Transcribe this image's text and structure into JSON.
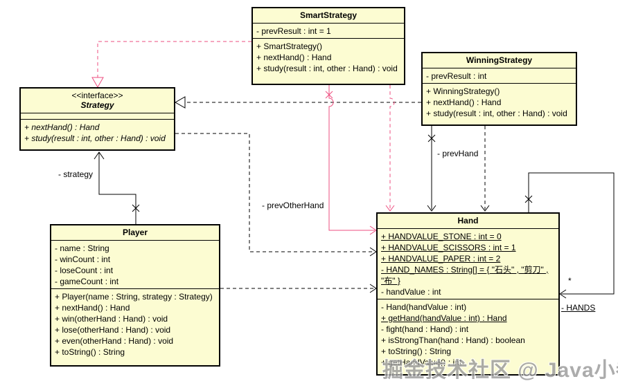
{
  "colors": {
    "box_fill": "#FCFCD2",
    "line_black": "#000000",
    "accent_pink": "#EE4D7F"
  },
  "classes": {
    "smart_strategy": {
      "title": "SmartStrategy",
      "attributes": [
        "- prevResult : int = 1"
      ],
      "methods": [
        "+ SmartStrategy()",
        "+ nextHand() : Hand",
        "+ study(result : int, other : Hand) : void"
      ]
    },
    "winning_strategy": {
      "title": "WinningStrategy",
      "attributes": [
        "- prevResult : int"
      ],
      "methods": [
        "+ WinningStrategy()",
        "+ nextHand() : Hand",
        "+ study(result : int, other : Hand) : void"
      ]
    },
    "strategy": {
      "stereotype": "<<interface>>",
      "title": "Strategy",
      "attributes": [],
      "methods": [
        "+ nextHand() : Hand",
        "+ study(result : int, other : Hand) : void"
      ]
    },
    "player": {
      "title": "Player",
      "attributes": [
        "- name : String",
        "- winCount : int",
        "- loseCount : int",
        "- gameCount : int"
      ],
      "methods": [
        "+ Player(name : String, strategy : Strategy)",
        "+ nextHand() : Hand",
        "+ win(otherHand : Hand) : void",
        "+ lose(otherHand : Hand) : void",
        "+ even(otherHand : Hand) : void",
        "+ toString() : String"
      ]
    },
    "hand": {
      "title": "Hand",
      "attributes": [
        "+ HANDVALUE_STONE : int = 0",
        "+ HANDVALUE_SCISSORS : int = 1",
        "+ HANDVALUE_PAPER : int = 2",
        "- HAND_NAMES : String[] = { \"石头\" , \"剪刀\" , \"布\" }",
        "- handValue : int"
      ],
      "methods": [
        "- Hand(handValue : int)",
        "+ getHand(handValue : int) : Hand",
        "- fight(hand : Hand) : int",
        "+ isStrongThan(hand : Hand) : boolean",
        "+ toString() : String",
        "+ getHandValue() : int"
      ]
    }
  },
  "edge_labels": {
    "strategy_role": "- strategy",
    "prev_hand": "- prevHand",
    "prev_other_hand": "- prevOtherHand",
    "hands_multiplicity": "*",
    "hands_role": "- HANDS"
  },
  "watermark": "掘金技术社区 @ Java小卷"
}
